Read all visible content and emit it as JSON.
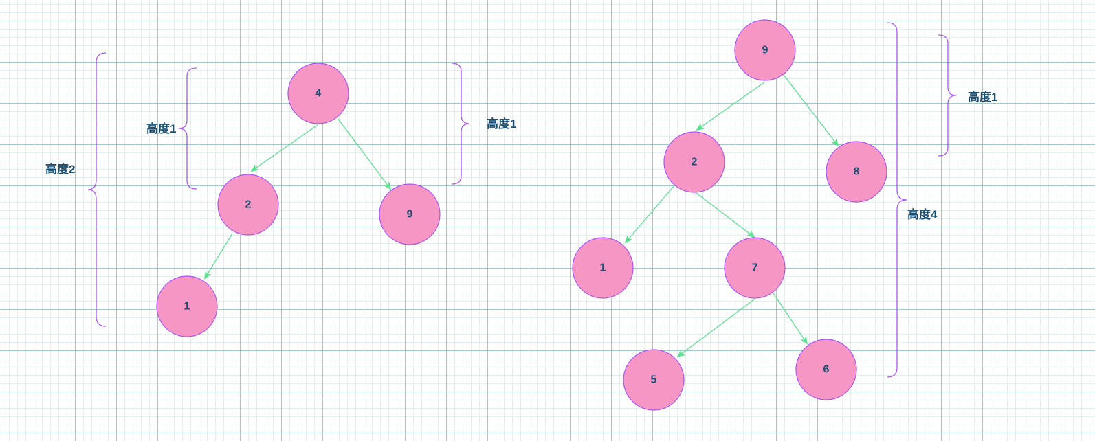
{
  "colors": {
    "node_fill": "#f596c4",
    "node_stroke": "#a855f7",
    "edge_color": "#5be08f",
    "brace_color": "#a855f7",
    "label_color": "#1b4f72"
  },
  "trees": [
    {
      "nodes": [
        {
          "id": "4",
          "label": "4"
        },
        {
          "id": "2",
          "label": "2"
        },
        {
          "id": "9",
          "label": "9"
        },
        {
          "id": "1",
          "label": "1"
        }
      ],
      "edges": [
        {
          "from": "4",
          "to": "2"
        },
        {
          "from": "4",
          "to": "9"
        },
        {
          "from": "2",
          "to": "1"
        }
      ],
      "height_labels": [
        "高度2",
        "高度1",
        "高度1"
      ]
    },
    {
      "nodes": [
        {
          "id": "9",
          "label": "9"
        },
        {
          "id": "2",
          "label": "2"
        },
        {
          "id": "8",
          "label": "8"
        },
        {
          "id": "1",
          "label": "1"
        },
        {
          "id": "7",
          "label": "7"
        },
        {
          "id": "5",
          "label": "5"
        },
        {
          "id": "6",
          "label": "6"
        }
      ],
      "edges": [
        {
          "from": "9",
          "to": "2"
        },
        {
          "from": "9",
          "to": "8"
        },
        {
          "from": "2",
          "to": "1"
        },
        {
          "from": "2",
          "to": "7"
        },
        {
          "from": "7",
          "to": "5"
        },
        {
          "from": "7",
          "to": "6"
        }
      ],
      "height_labels": [
        "高度4",
        "高度1"
      ]
    }
  ]
}
